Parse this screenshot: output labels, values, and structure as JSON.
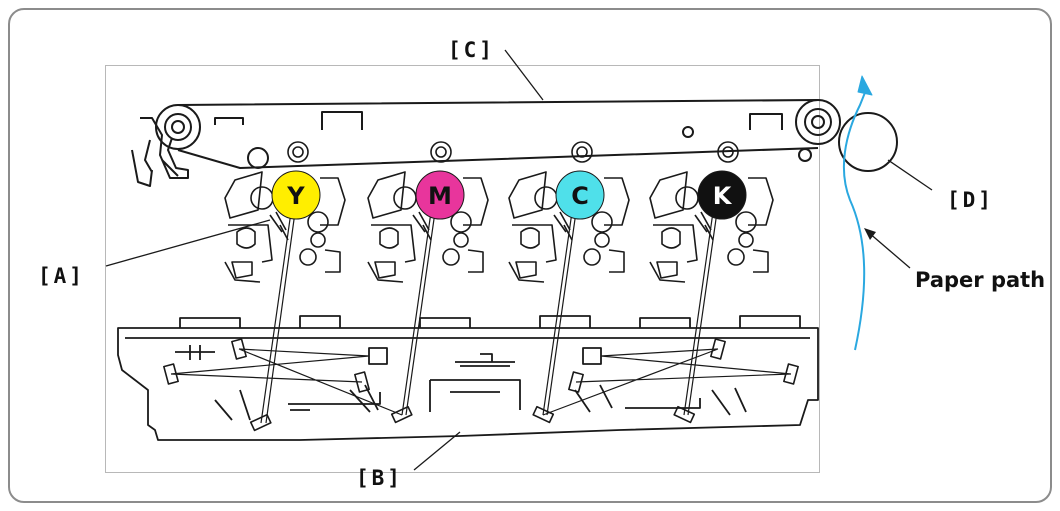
{
  "labels": {
    "a": "[A]",
    "b": "[B]",
    "c": "[C]",
    "d": "[D]",
    "paper_path": "Paper path"
  },
  "drums": [
    {
      "letter": "Y",
      "color": "#ffee00",
      "text_color": "#111111"
    },
    {
      "letter": "M",
      "color": "#e8359c",
      "text_color": "#111111"
    },
    {
      "letter": "C",
      "color": "#4fe0ea",
      "text_color": "#111111"
    },
    {
      "letter": "K",
      "color": "#111111",
      "text_color": "#ffffff"
    }
  ],
  "colors": {
    "line": "#1a1a1a",
    "paper_path": "#2aa8e0",
    "frame": "#8c8c8c"
  }
}
